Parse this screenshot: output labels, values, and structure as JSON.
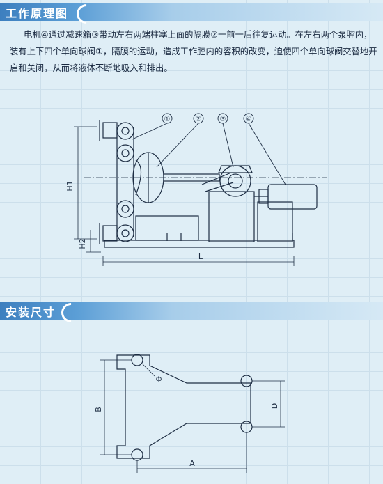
{
  "sections": {
    "principle_title": "工作原理图",
    "install_title": "安装尺寸"
  },
  "description": "电机④通过减速箱③带动左右两端柱塞上面的隔膜②一前一后往复运动。在左右两个泵腔内，装有上下四个单向球阀①，隔膜的运动，造成工作腔内的容积的改变，迫使四个单向球阀交替地开启和关闭，从而将液体不断地吸入和排出。",
  "diagram1": {
    "callouts": [
      "①",
      "②",
      "③",
      "④"
    ],
    "dims": {
      "height1": "H1",
      "height2": "H2",
      "length": "L"
    }
  },
  "diagram2": {
    "dims": {
      "width_a": "A",
      "height_b": "B",
      "height_d": "D",
      "hole": "ф"
    }
  },
  "colors": {
    "bar_dark": "#3d7fbf",
    "bar_light": "#d6e9f5",
    "line": "#1e2e44",
    "background": "#dfeef6"
  }
}
